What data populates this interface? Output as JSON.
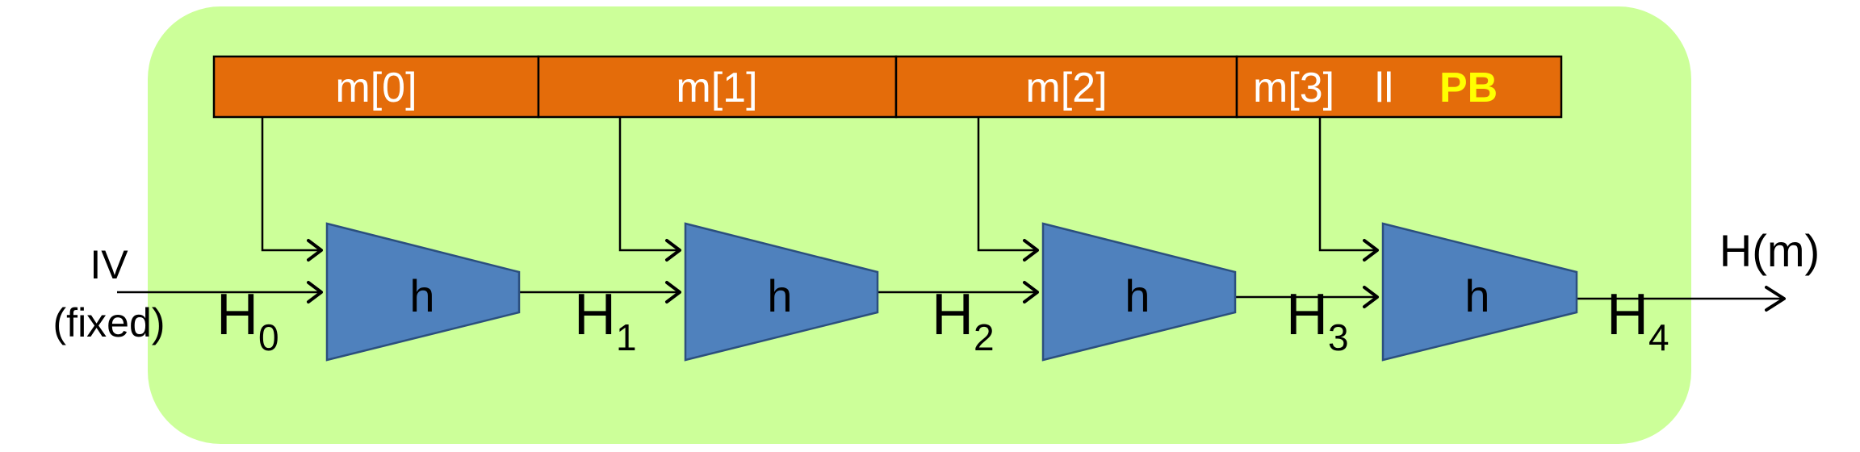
{
  "colors": {
    "background_panel": "#ccff99",
    "message_block": "#e46c0a",
    "compression_fn": "#4f81bd",
    "padding_text": "#ffff00"
  },
  "message_blocks": [
    {
      "label": "m[0]"
    },
    {
      "label": "m[1]"
    },
    {
      "label": "m[2]"
    },
    {
      "label": "m[3]",
      "concat": "ll",
      "padding": "PB"
    }
  ],
  "compression_label": "h",
  "iv": {
    "line1": "IV",
    "line2": "(fixed)"
  },
  "chain_values": [
    {
      "base": "H",
      "sub": "0"
    },
    {
      "base": "H",
      "sub": "1"
    },
    {
      "base": "H",
      "sub": "2"
    },
    {
      "base": "H",
      "sub": "3"
    },
    {
      "base": "H",
      "sub": "4"
    }
  ],
  "output_label": "H(m)"
}
